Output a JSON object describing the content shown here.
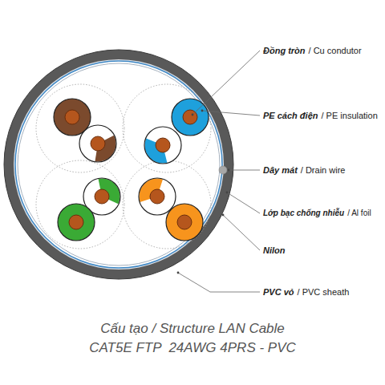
{
  "diagram": {
    "title": "Cấu tạo / Structure LAN Cable",
    "caption": "CAT5E FTP  24AWG 4PRS - PVC",
    "labels": [
      "Đồng tròn",
      "/ Cu condutor",
      "PE cách điện",
      "/ PE insulation",
      "Dây mát",
      "/ Drain wire",
      "Lớp bạc chống nhiễu",
      "/ Al foil",
      "Nilon",
      "PVC vỏ",
      "/ PVC sheath"
    ]
  }
}
